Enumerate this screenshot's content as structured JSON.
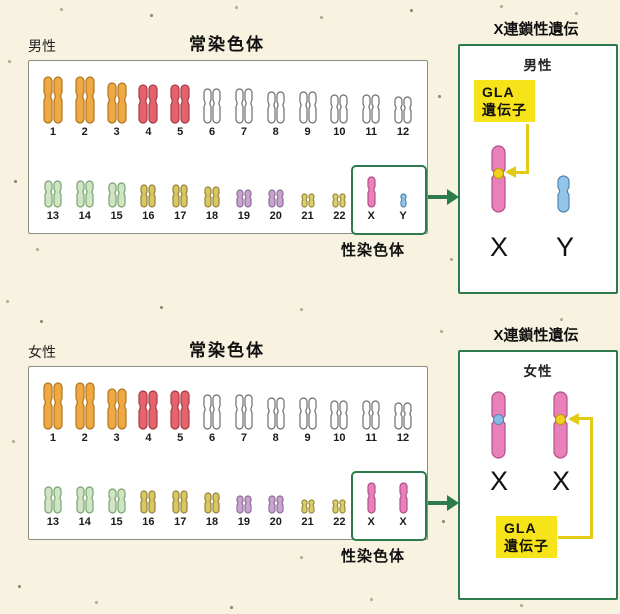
{
  "colors": {
    "background": "#f8f3e1",
    "accent_green": "#2d7a4c",
    "highlight_yellow": "#f6e319",
    "arrow_yellow": "#e3cb15",
    "dot_yellow": "#f2cf1c",
    "dot_blue": "#85bbe6",
    "x_pink": "#ea80ba",
    "y_blue": "#93c5e8"
  },
  "male": {
    "side_label": "男性",
    "autosome_title": "常染色体",
    "sex_chromosome_label": "性染色体",
    "panel_title": "X連鎖性遺伝",
    "panel": {
      "person_label": "男性",
      "gene_label_line1": "GLA",
      "gene_label_line2": "遺伝子",
      "letter_left": "X",
      "letter_right": "Y"
    }
  },
  "female": {
    "side_label": "女性",
    "autosome_title": "常染色体",
    "sex_chromosome_label": "性染色体",
    "panel_title": "X連鎖性遺伝",
    "panel": {
      "person_label": "女性",
      "gene_label_line1": "GLA",
      "gene_label_line2": "遺伝子",
      "letter_left": "X",
      "letter_right": "X"
    }
  },
  "karyotype": {
    "male": {
      "row1": [
        {
          "num": "1",
          "h": 46,
          "n": 2,
          "fill": "#f0a843",
          "stroke": "#b0761e"
        },
        {
          "num": "2",
          "h": 46,
          "n": 2,
          "fill": "#f0a843",
          "stroke": "#b0761e"
        },
        {
          "num": "3",
          "h": 40,
          "n": 2,
          "fill": "#f0a843",
          "stroke": "#b0761e"
        },
        {
          "num": "4",
          "h": 38,
          "n": 2,
          "fill": "#e4636c",
          "stroke": "#a93a46"
        },
        {
          "num": "5",
          "h": 38,
          "n": 2,
          "fill": "#e4636c",
          "stroke": "#a93a46"
        },
        {
          "num": "6",
          "h": 34,
          "n": 2,
          "fill": "#ffffff",
          "stroke": "#6e6e6e"
        },
        {
          "num": "7",
          "h": 34,
          "n": 2,
          "fill": "#ffffff",
          "stroke": "#6e6e6e"
        },
        {
          "num": "8",
          "h": 31,
          "n": 2,
          "fill": "#ffffff",
          "stroke": "#6e6e6e"
        },
        {
          "num": "9",
          "h": 31,
          "n": 2,
          "fill": "#ffffff",
          "stroke": "#6e6e6e"
        },
        {
          "num": "10",
          "h": 28,
          "n": 2,
          "fill": "#ffffff",
          "stroke": "#6e6e6e"
        },
        {
          "num": "11",
          "h": 28,
          "n": 2,
          "fill": "#ffffff",
          "stroke": "#6e6e6e"
        },
        {
          "num": "12",
          "h": 26,
          "n": 2,
          "fill": "#ffffff",
          "stroke": "#6e6e6e"
        }
      ],
      "row2": [
        {
          "num": "13",
          "h": 26,
          "n": 2,
          "fill": "#cfe6c4",
          "stroke": "#7da272"
        },
        {
          "num": "14",
          "h": 26,
          "n": 2,
          "fill": "#cfe6c4",
          "stroke": "#7da272"
        },
        {
          "num": "15",
          "h": 24,
          "n": 2,
          "fill": "#cfe6c4",
          "stroke": "#7da272"
        },
        {
          "num": "16",
          "h": 22,
          "n": 2,
          "fill": "#d9c75f",
          "stroke": "#95823c"
        },
        {
          "num": "17",
          "h": 22,
          "n": 2,
          "fill": "#d9c75f",
          "stroke": "#95823c"
        },
        {
          "num": "18",
          "h": 20,
          "n": 2,
          "fill": "#d9c75f",
          "stroke": "#95823c"
        },
        {
          "num": "19",
          "h": 17,
          "n": 2,
          "fill": "#c8a5cf",
          "stroke": "#8d6d97"
        },
        {
          "num": "20",
          "h": 17,
          "n": 2,
          "fill": "#c8a5cf",
          "stroke": "#8d6d97"
        },
        {
          "num": "21",
          "h": 13,
          "n": 2,
          "fill": "#ddce6c",
          "stroke": "#9a8b3e"
        },
        {
          "num": "22",
          "h": 13,
          "n": 2,
          "fill": "#ddce6c",
          "stroke": "#9a8b3e"
        },
        {
          "num": "X",
          "h": 30,
          "n": 1,
          "fill": "#ea80ba",
          "stroke": "#b04f88"
        },
        {
          "num": "Y",
          "h": 13,
          "n": 1,
          "fill": "#93c5e8",
          "stroke": "#5186b3"
        }
      ]
    },
    "female": {
      "row1": [
        {
          "num": "1",
          "h": 46,
          "n": 2,
          "fill": "#f0a843",
          "stroke": "#b0761e"
        },
        {
          "num": "2",
          "h": 46,
          "n": 2,
          "fill": "#f0a843",
          "stroke": "#b0761e"
        },
        {
          "num": "3",
          "h": 40,
          "n": 2,
          "fill": "#f0a843",
          "stroke": "#b0761e"
        },
        {
          "num": "4",
          "h": 38,
          "n": 2,
          "fill": "#e4636c",
          "stroke": "#a93a46"
        },
        {
          "num": "5",
          "h": 38,
          "n": 2,
          "fill": "#e4636c",
          "stroke": "#a93a46"
        },
        {
          "num": "6",
          "h": 34,
          "n": 2,
          "fill": "#ffffff",
          "stroke": "#6e6e6e"
        },
        {
          "num": "7",
          "h": 34,
          "n": 2,
          "fill": "#ffffff",
          "stroke": "#6e6e6e"
        },
        {
          "num": "8",
          "h": 31,
          "n": 2,
          "fill": "#ffffff",
          "stroke": "#6e6e6e"
        },
        {
          "num": "9",
          "h": 31,
          "n": 2,
          "fill": "#ffffff",
          "stroke": "#6e6e6e"
        },
        {
          "num": "10",
          "h": 28,
          "n": 2,
          "fill": "#ffffff",
          "stroke": "#6e6e6e"
        },
        {
          "num": "11",
          "h": 28,
          "n": 2,
          "fill": "#ffffff",
          "stroke": "#6e6e6e"
        },
        {
          "num": "12",
          "h": 26,
          "n": 2,
          "fill": "#ffffff",
          "stroke": "#6e6e6e"
        }
      ],
      "row2": [
        {
          "num": "13",
          "h": 26,
          "n": 2,
          "fill": "#cfe6c4",
          "stroke": "#7da272"
        },
        {
          "num": "14",
          "h": 26,
          "n": 2,
          "fill": "#cfe6c4",
          "stroke": "#7da272"
        },
        {
          "num": "15",
          "h": 24,
          "n": 2,
          "fill": "#cfe6c4",
          "stroke": "#7da272"
        },
        {
          "num": "16",
          "h": 22,
          "n": 2,
          "fill": "#d9c75f",
          "stroke": "#95823c"
        },
        {
          "num": "17",
          "h": 22,
          "n": 2,
          "fill": "#d9c75f",
          "stroke": "#95823c"
        },
        {
          "num": "18",
          "h": 20,
          "n": 2,
          "fill": "#d9c75f",
          "stroke": "#95823c"
        },
        {
          "num": "19",
          "h": 17,
          "n": 2,
          "fill": "#c8a5cf",
          "stroke": "#8d6d97"
        },
        {
          "num": "20",
          "h": 17,
          "n": 2,
          "fill": "#c8a5cf",
          "stroke": "#8d6d97"
        },
        {
          "num": "21",
          "h": 13,
          "n": 2,
          "fill": "#ddce6c",
          "stroke": "#9a8b3e"
        },
        {
          "num": "22",
          "h": 13,
          "n": 2,
          "fill": "#ddce6c",
          "stroke": "#9a8b3e"
        },
        {
          "num": "X",
          "h": 30,
          "n": 1,
          "fill": "#ea80ba",
          "stroke": "#b04f88"
        },
        {
          "num": "X",
          "h": 30,
          "n": 1,
          "fill": "#ea80ba",
          "stroke": "#b04f88"
        }
      ]
    }
  },
  "panel_rods": {
    "male_x": {
      "w": 13,
      "h": 66,
      "fill": "#ea80ba",
      "stroke": "#b04f88"
    },
    "male_y": {
      "w": 11,
      "h": 36,
      "fill": "#93c5e8",
      "stroke": "#5186b3"
    },
    "female_x1": {
      "w": 13,
      "h": 66,
      "fill": "#ea80ba",
      "stroke": "#b04f88"
    },
    "female_x2": {
      "w": 13,
      "h": 66,
      "fill": "#ea80ba",
      "stroke": "#b04f88"
    }
  }
}
